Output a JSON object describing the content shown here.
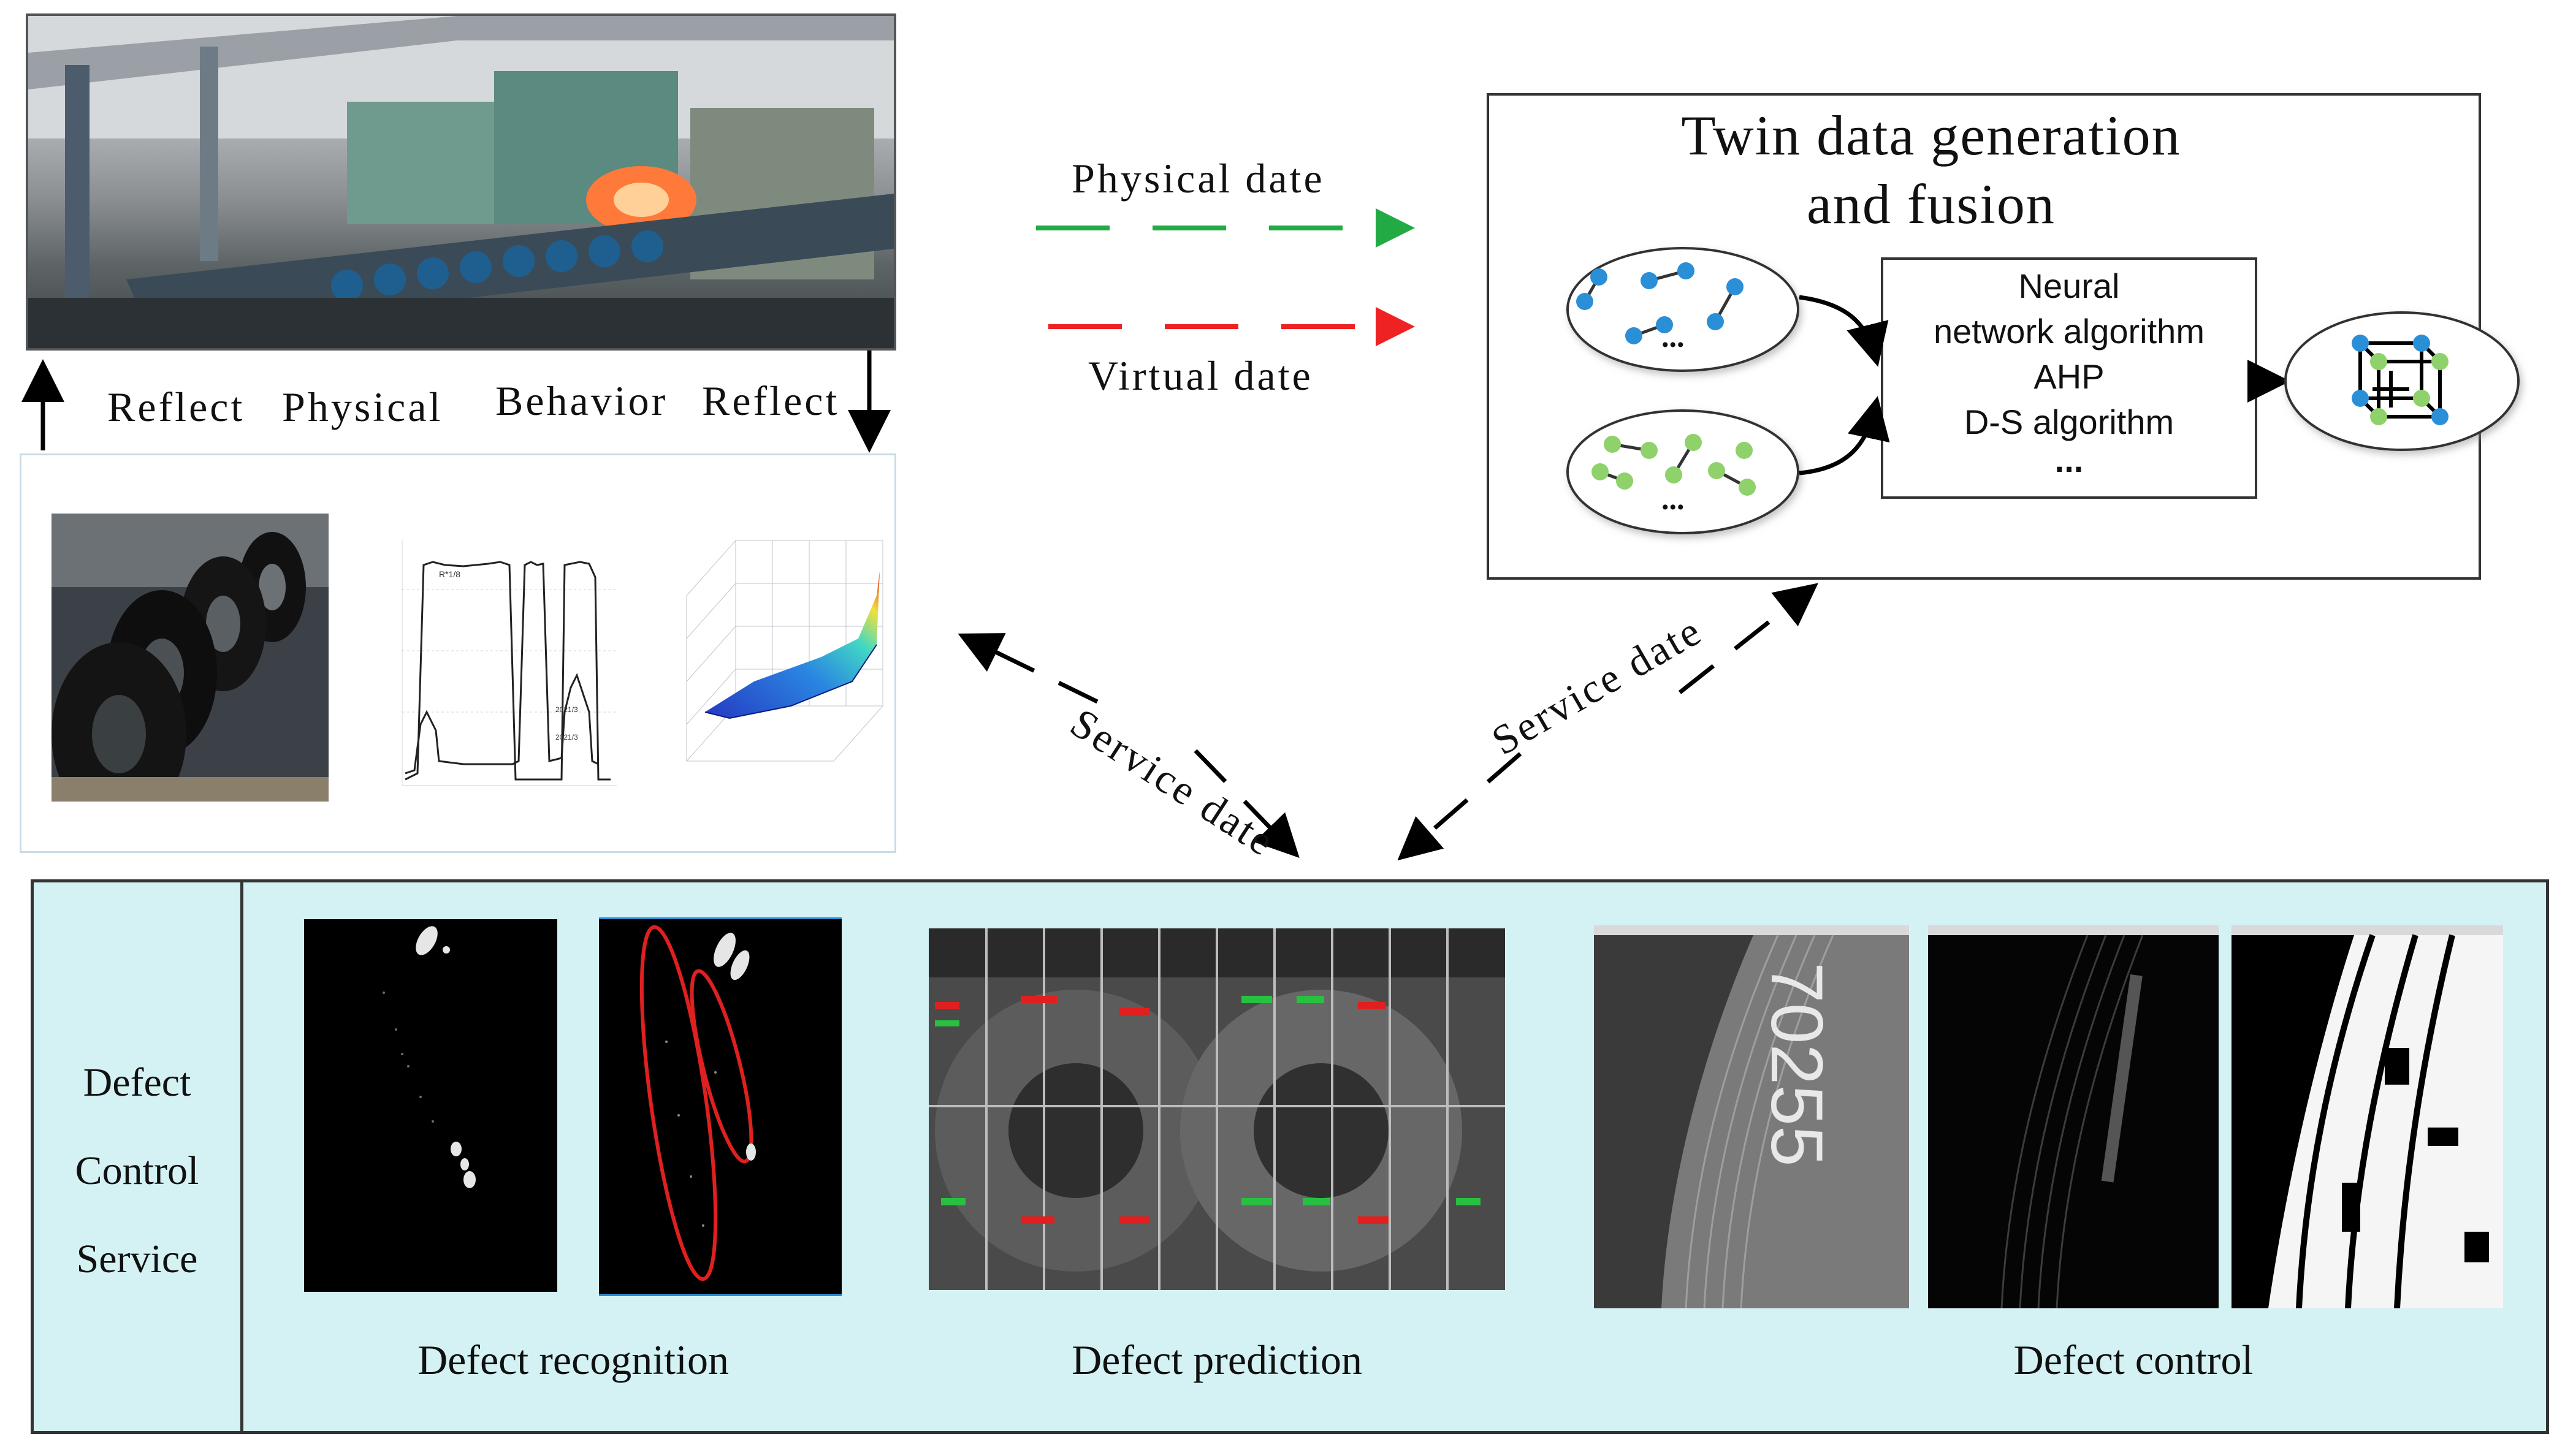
{
  "left_panel": {
    "reflect_label": "Reflect",
    "physical_label": "Physical",
    "behavior_label": "Behavior",
    "reflect_label_2": "Reflect",
    "chart_annotations": [
      "R*1/8",
      "2021/3",
      "2021/3"
    ]
  },
  "legend": {
    "physical": "Physical date",
    "physical_color": "#22aa44",
    "virtual": "Virtual date",
    "virtual_color": "#ee2222"
  },
  "twin": {
    "title_line1": "Twin data generation",
    "title_line2": "and fusion",
    "ellipsis": "...",
    "algorithm": {
      "line1": "Neural",
      "line2": "network algorithm",
      "line3": "AHP",
      "line4": "D-S algorithm",
      "line5": "..."
    },
    "node_colors": {
      "physical": "#2b8fd8",
      "virtual": "#8fd16a"
    }
  },
  "service": {
    "left": "Service date",
    "right": "Service date"
  },
  "defect": {
    "panel_title_line1": "Defect",
    "panel_title_line2": "Control",
    "panel_title_line3": "Service",
    "recognition": "Defect recognition",
    "prediction": "Defect prediction",
    "control": "Defect control",
    "coil_number": "70255",
    "panel_color": "#d4f2f4"
  }
}
